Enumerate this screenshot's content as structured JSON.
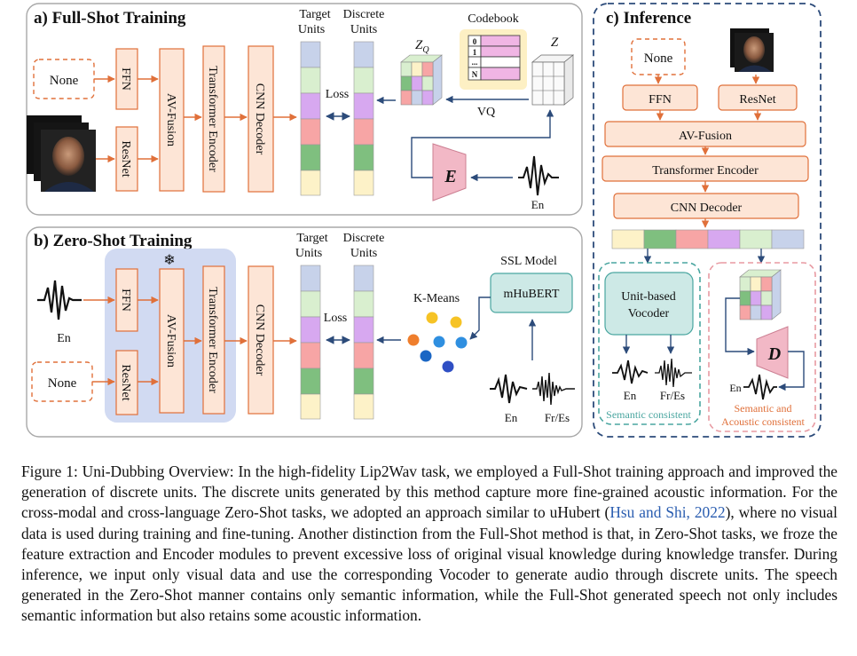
{
  "figure": {
    "panel_a": {
      "title": "a) Full-Shot Training",
      "none_label": "None",
      "ffn": "FFN",
      "resnet": "ResNet",
      "av_fusion": "AV-Fusion",
      "transformer": "Transformer Encoder",
      "cnn": "CNN Decoder",
      "target_units": "Target Units",
      "discrete_units": "Discrete Units",
      "loss": "Loss",
      "codebook": "Codebook",
      "codebook_rows": [
        "0",
        "1",
        "...",
        "N"
      ],
      "zq": "Z",
      "zq_sub": "Q",
      "z": "Z",
      "vq": "VQ",
      "encoder": "E",
      "en": "En"
    },
    "panel_b": {
      "title": "b) Zero-Shot Training",
      "en": "En",
      "none_label": "None",
      "ffn": "FFN",
      "resnet": "ResNet",
      "av_fusion": "AV-Fusion",
      "transformer": "Transformer Encoder",
      "cnn": "CNN Decoder",
      "target_units": "Target Units",
      "discrete_units": "Discrete Units",
      "loss": "Loss",
      "kmeans": "K-Means",
      "ssl": "SSL Model",
      "mhubert": "mHuBERT",
      "en2": "En",
      "fres": "Fr/Es",
      "frozen_symbol": "❄"
    },
    "panel_c": {
      "title": "c) Inference",
      "none_label": "None",
      "ffn": "FFN",
      "resnet": "ResNet",
      "av_fusion": "AV-Fusion",
      "transformer": "Transformer Encoder",
      "cnn": "CNN Decoder",
      "vocoder": "Unit-based Vocoder",
      "en": "En",
      "fres": "Fr/Es",
      "semantic": "Semantic consistent",
      "decoder": "D",
      "en2": "En",
      "sem_ac_1": "Semantic and",
      "sem_ac_2": "Acoustic consistent"
    },
    "colors": {
      "unit_1": "#fdf2c8",
      "unit_2": "#7fbf7f",
      "unit_3": "#f7a5a5",
      "unit_4": "#d7a8f0",
      "unit_5": "#d9efcf",
      "unit_6": "#c7d2ea",
      "box_fill": "#fde5d6",
      "box_stroke": "#e0703a",
      "frozen_bg": "#c9d4f0",
      "teal_fill": "#cde9e6",
      "teal_stroke": "#4aa6a0",
      "encoder_fill": "#f2b8c6",
      "pink_dash": "#e89aa2",
      "blue_dash": "#2c4b7a"
    }
  },
  "caption": {
    "part1": "Figure 1: Uni-Dubbing Overview: In the high-fidelity Lip2Wav task, we employed a Full-Shot training approach and improved the generation of discrete units. The discrete units generated by this method capture more fine-grained acoustic information. For the cross-modal and cross-language Zero-Shot tasks, we adopted an approach similar to uHubert (",
    "citation": "Hsu and Shi, 2022",
    "part2": "), where no visual data is used during training and fine-tuning. Another distinction from the Full-Shot method is that, in Zero-Shot tasks, we froze the feature extraction and Encoder modules to prevent excessive loss of original visual knowledge during knowledge transfer. During inference, we input only visual data and use the corresponding Vocoder to generate audio through discrete units. The speech generated in the Zero-Shot manner contains only semantic information, while the Full-Shot generated speech not only includes semantic information but also retains some acoustic information."
  }
}
